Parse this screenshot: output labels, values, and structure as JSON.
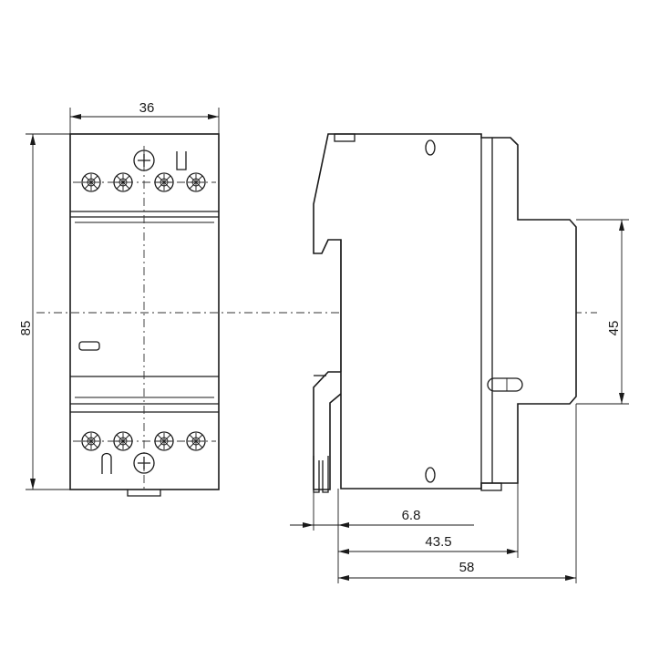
{
  "dimensions": {
    "width": "36",
    "height": "85",
    "window": "45",
    "rail_offset": "6.8",
    "depth_mid": "43.5",
    "depth_total": "58"
  },
  "icons": {
    "terminal": "screw-terminal-icon",
    "coil_terminal": "coil-screw-icon",
    "indicator": "status-indicator-icon"
  }
}
